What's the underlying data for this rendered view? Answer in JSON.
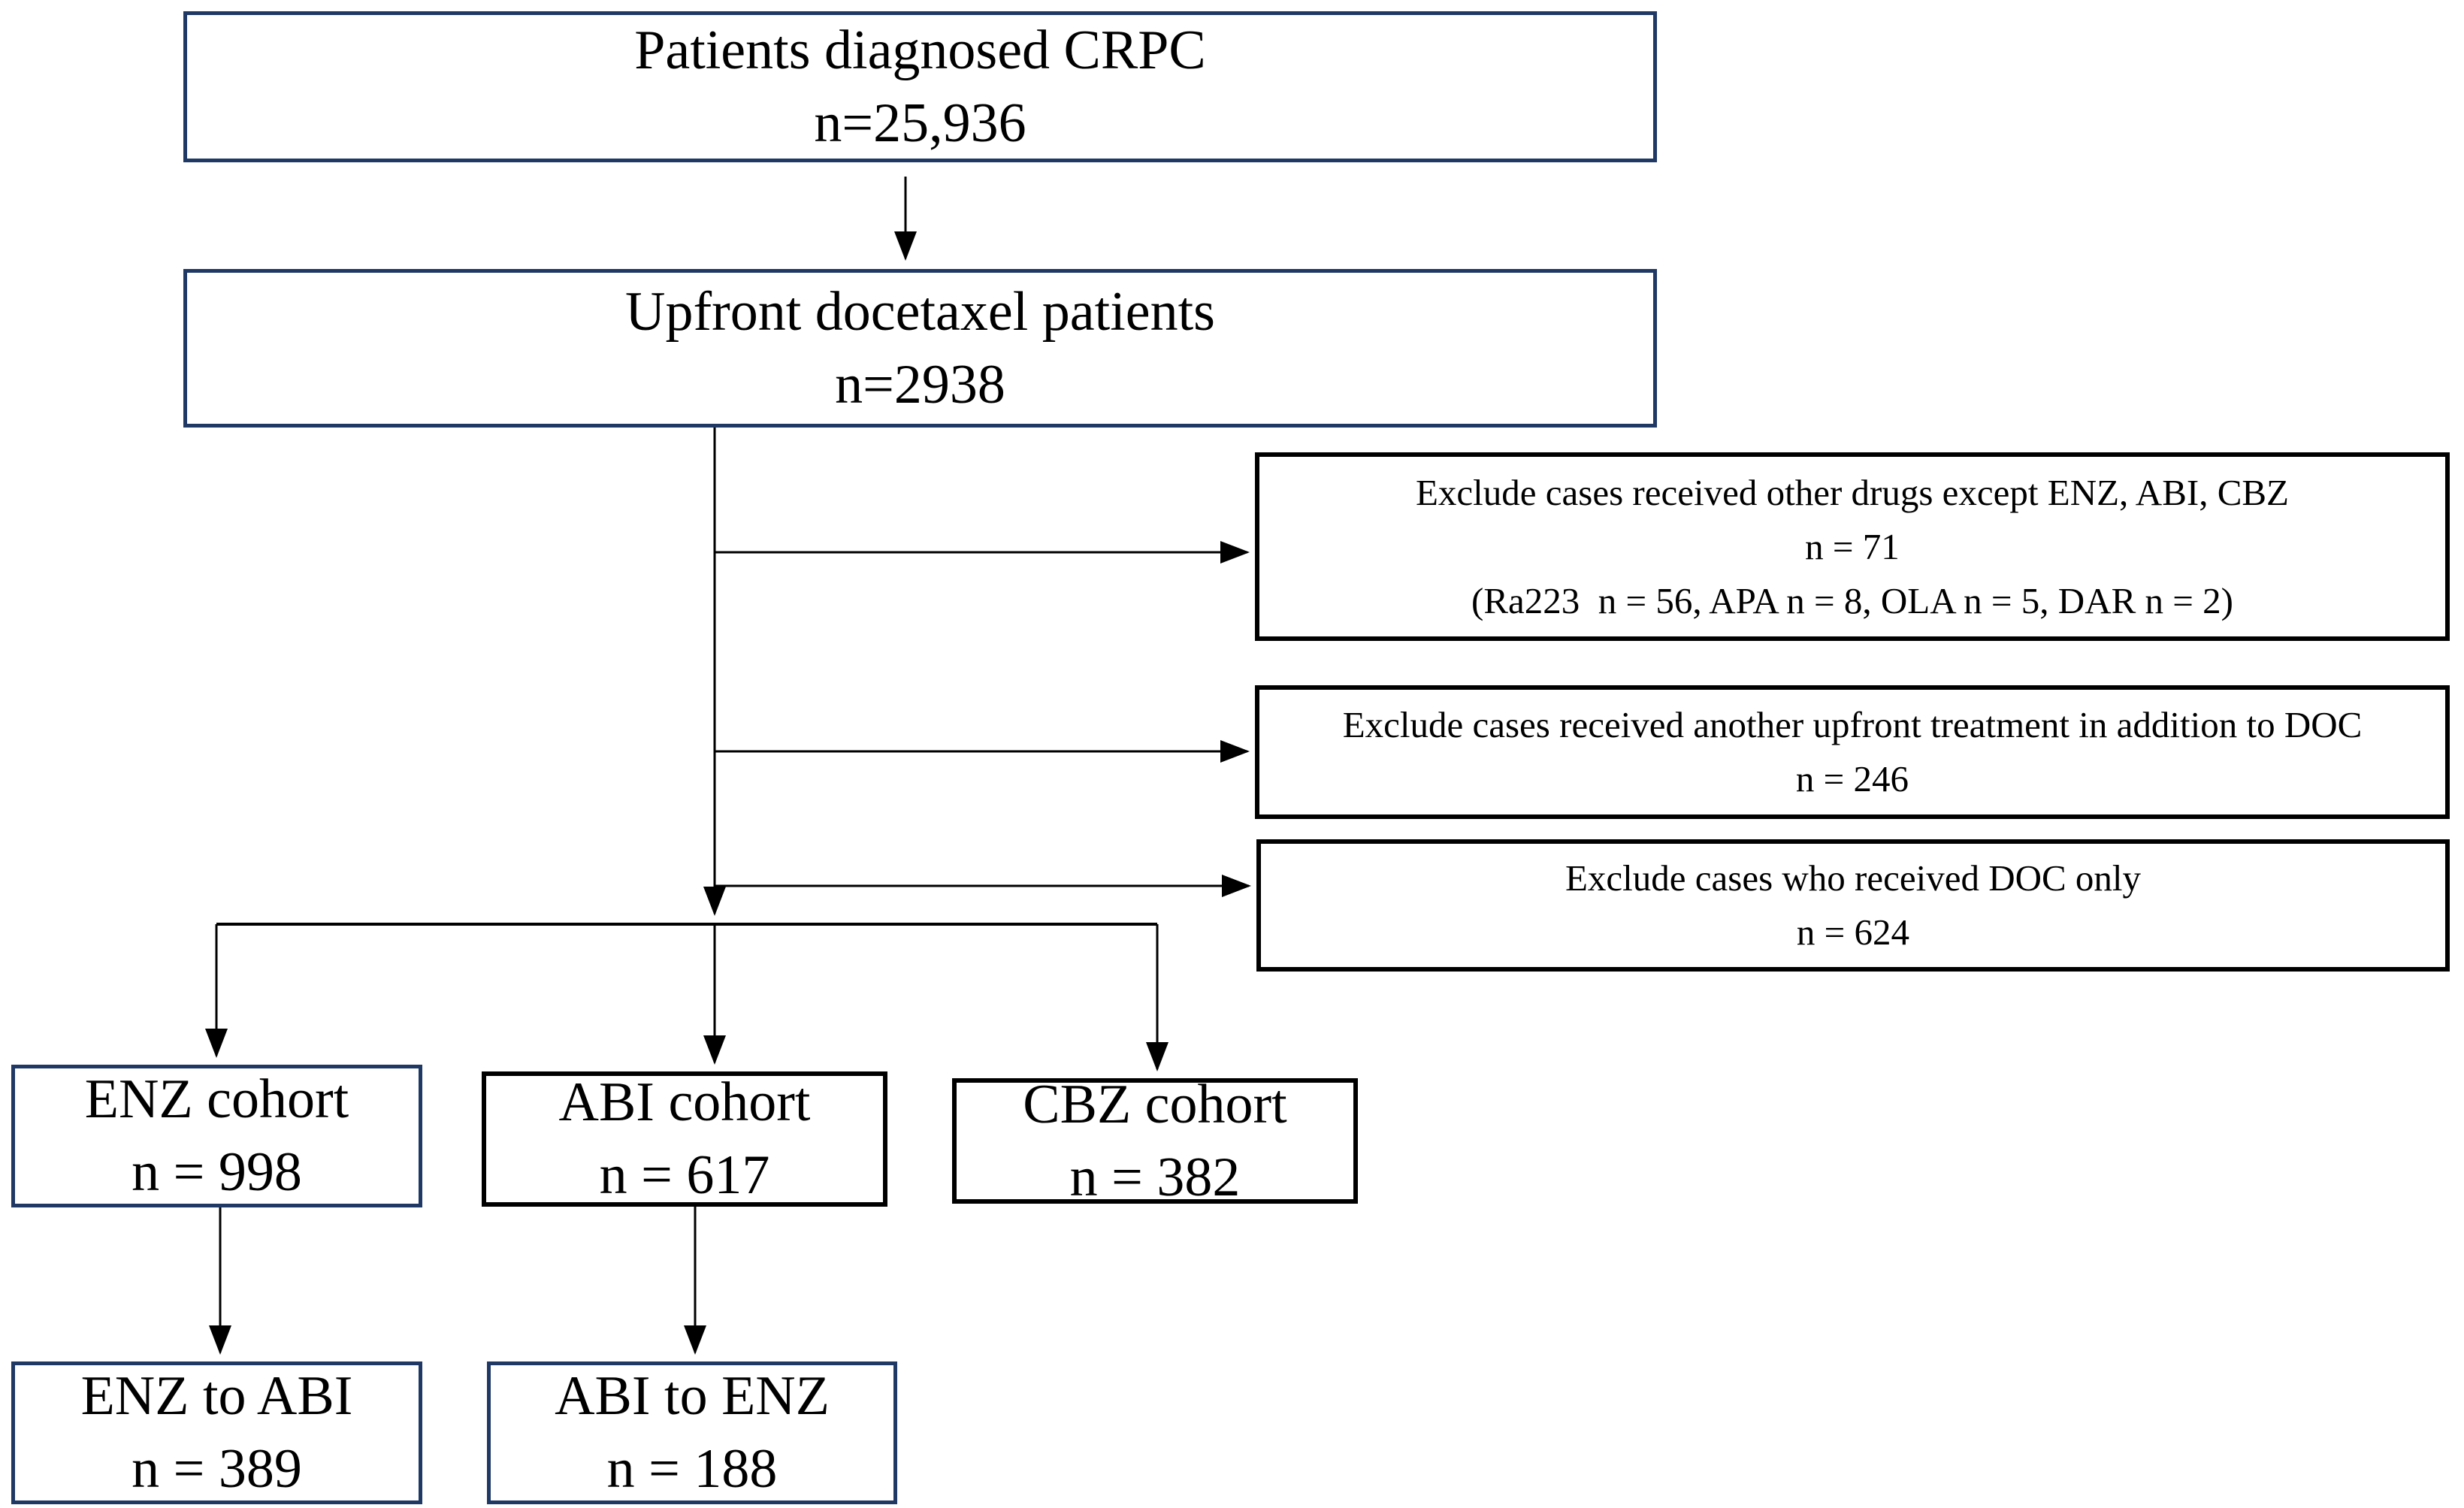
{
  "diagram_title": "CRPC upfront docetaxel patient flow",
  "colors": {
    "navy_border": "#1f3864",
    "black_border": "#000000",
    "background": "#ffffff",
    "text": "#000000",
    "connector": "#000000"
  },
  "boxes": {
    "diagnosed": {
      "line1": "Patients diagnosed CRPC",
      "line2": "n=25,936"
    },
    "upfront": {
      "line1": "Upfront docetaxel patients",
      "line2": "n=2938"
    },
    "exclude_other_drugs": {
      "line1": "Exclude cases received other drugs except ENZ, ABI, CBZ",
      "line2": "n = 71",
      "line3": "(Ra223  n = 56, APA n = 8, OLA n = 5, DAR n = 2)"
    },
    "exclude_additional_treatment": {
      "line1": "Exclude cases received another upfront treatment in addition to DOC",
      "line2": "n = 246"
    },
    "exclude_doc_only": {
      "line1": "Exclude cases who received DOC only",
      "line2": "n = 624"
    },
    "enz_cohort": {
      "line1": "ENZ cohort",
      "line2": "n = 998"
    },
    "abi_cohort": {
      "line1": "ABI cohort",
      "line2": "n = 617"
    },
    "cbz_cohort": {
      "line1": "CBZ cohort",
      "line2": "n = 382"
    },
    "enz_to_abi": {
      "line1": "ENZ to ABI",
      "line2": "n = 389"
    },
    "abi_to_enz": {
      "line1": "ABI to ENZ",
      "line2": "n = 188"
    }
  },
  "flow": {
    "edges": [
      "diagnosed -> upfront",
      "upfront -> exclude_other_drugs",
      "upfront -> exclude_additional_treatment",
      "upfront -> exclude_doc_only",
      "upfront -> enz_cohort",
      "upfront -> abi_cohort",
      "upfront -> cbz_cohort",
      "enz_cohort -> enz_to_abi",
      "abi_cohort -> abi_to_enz"
    ]
  }
}
